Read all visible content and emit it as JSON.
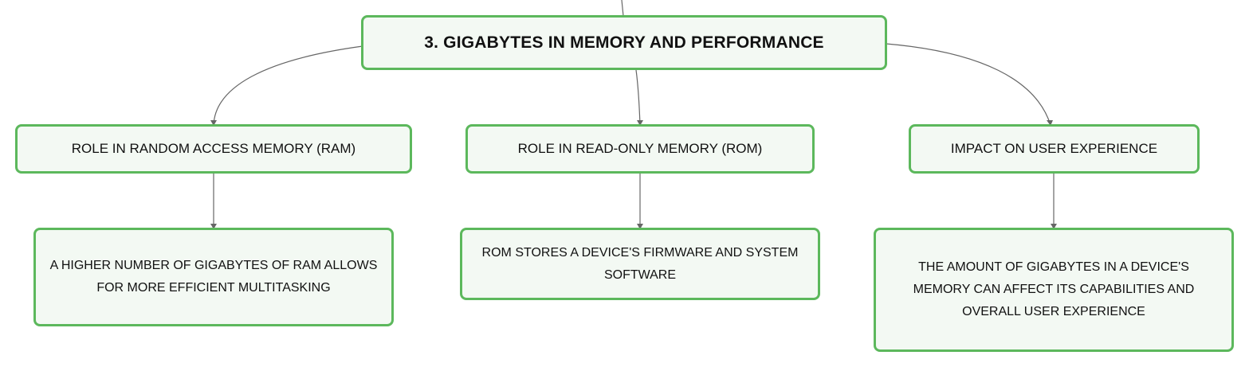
{
  "colors": {
    "node_border": "#5cb85c",
    "node_fill": "#f3f9f3",
    "connector": "#666666",
    "text": "#111111"
  },
  "root": {
    "label": "3. GIGABYTES IN MEMORY AND PERFORMANCE"
  },
  "branches": [
    {
      "label": "ROLE IN RANDOM ACCESS MEMORY (RAM)",
      "detail": "A HIGHER NUMBER OF GIGABYTES OF RAM ALLOWS FOR MORE EFFICIENT MULTITASKING"
    },
    {
      "label": "ROLE IN READ-ONLY MEMORY (ROM)",
      "detail": "ROM STORES A DEVICE'S FIRMWARE AND SYSTEM SOFTWARE"
    },
    {
      "label": "IMPACT ON USER EXPERIENCE",
      "detail": "THE AMOUNT OF GIGABYTES IN A DEVICE'S MEMORY CAN AFFECT ITS CAPABILITIES AND OVERALL USER EXPERIENCE"
    }
  ]
}
